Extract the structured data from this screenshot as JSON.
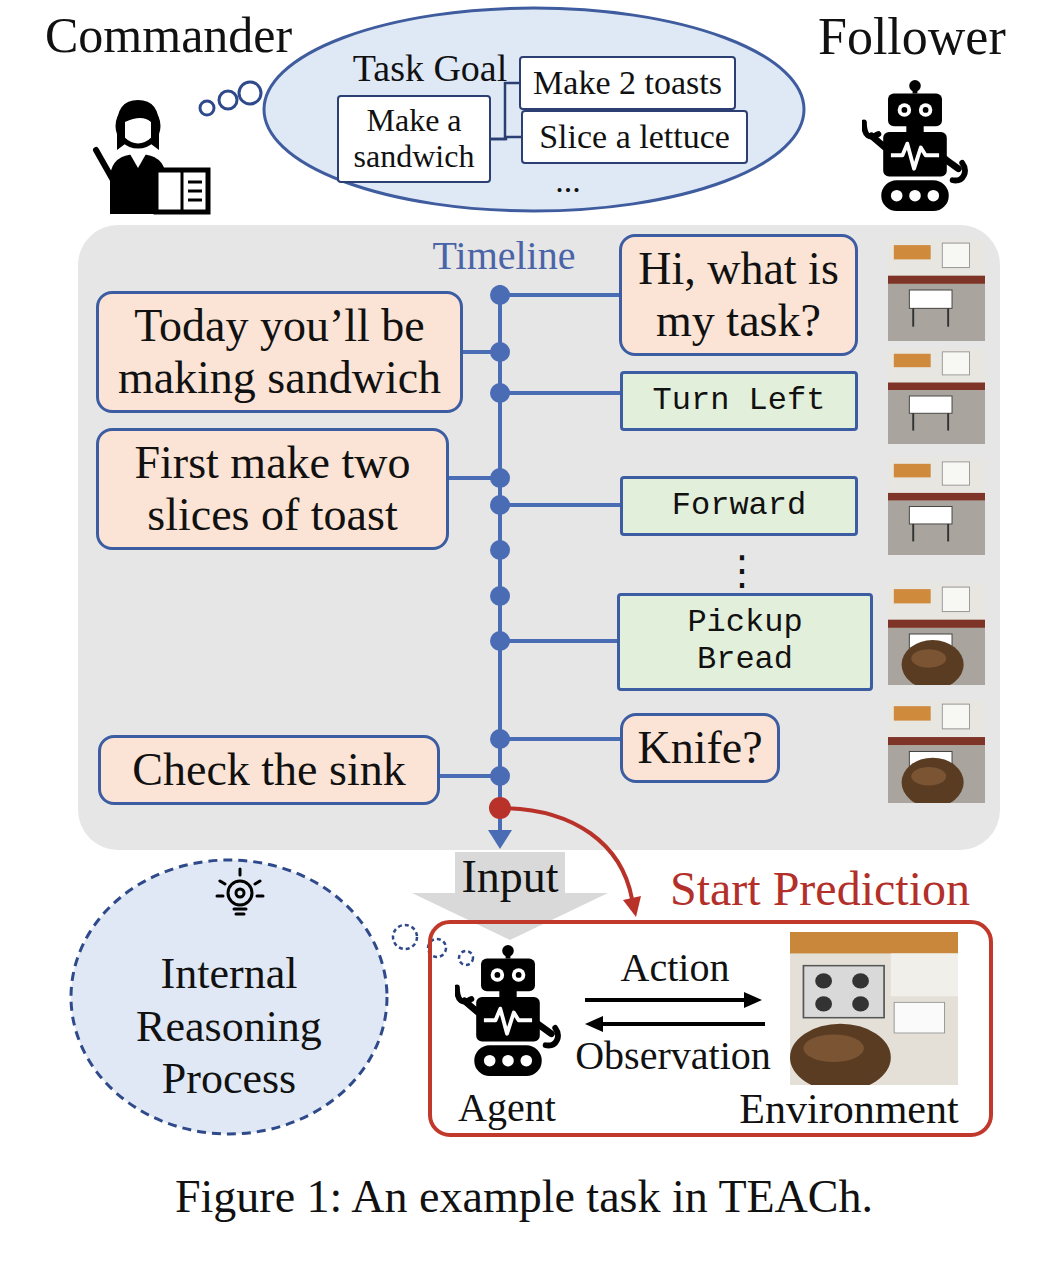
{
  "diagram": {
    "caption": "Figure 1: An example task in TEACh.",
    "nodes": [
      {
        "text": [
          "Task Goal"
        ]
      },
      {
        "text": [
          "Make a sandwich"
        ],
        "in": 0
      },
      {
        "text": [
          "Make 2 toasts"
        ],
        "in": 0
      },
      {
        "text": [
          "Slice a lettuce"
        ],
        "in": 0
      },
      {
        "text": [
          "Timeline"
        ]
      },
      {
        "text": [
          "Hi, what is my task?"
        ],
        "in": 4
      },
      {
        "text": [
          "Today you’ll be making sandwich"
        ],
        "in": 4
      },
      {
        "text": [
          "Turn Left"
        ],
        "in": 4
      },
      {
        "text": [
          "First make two slices of toast"
        ],
        "in": 4
      },
      {
        "text": [
          "Forward"
        ],
        "in": 4
      },
      {
        "text": [
          "Pickup Bread"
        ],
        "in": 4
      },
      {
        "text": [
          "Knife?"
        ],
        "in": 4
      },
      {
        "text": [
          "Check the sink"
        ],
        "in": 4
      },
      {
        "text": [
          "Internal Reasoning Process"
        ]
      },
      {
        "text": [
          "Start Prediction"
        ]
      }
    ],
    "edges": [
      {
        "from": 1,
        "to": 2,
        "arrow": "none"
      },
      {
        "from": 1,
        "to": 3,
        "arrow": "none"
      }
    ],
    "labels": [
      "Commander",
      "Follower",
      "...",
      "⋮",
      "Input",
      "Action",
      "Observation",
      "Agent",
      "Environment"
    ]
  }
}
